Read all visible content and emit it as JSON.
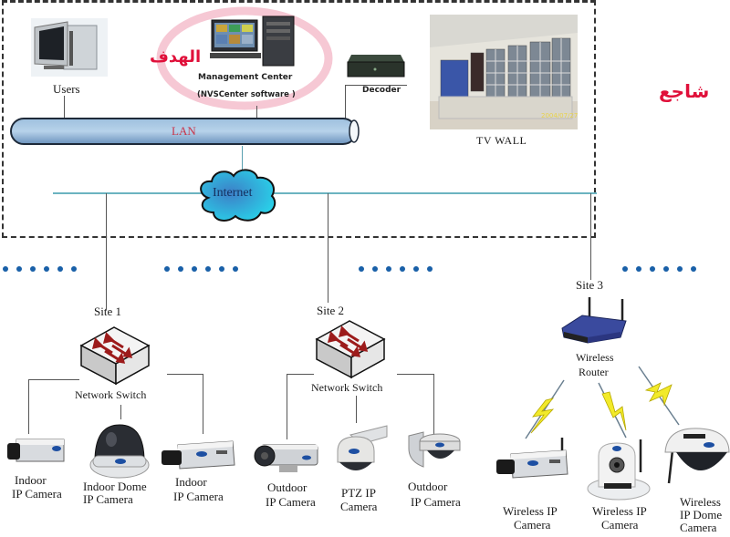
{
  "top_section": {
    "users_label": "Users",
    "management_center_label": "Management Center",
    "management_software_label": "(NVSCenter  software )",
    "decoder_label": "Decoder",
    "tv_wall_label": "TV WALL",
    "tv_wall_timestamp": "2004/07/27",
    "lan_label": "LAN",
    "internet_label": "Internet"
  },
  "annotations": {
    "target_arabic": "الهدف",
    "courage_arabic": "شاجع"
  },
  "sites": [
    {
      "label": "Site 1",
      "device_label": "Network Switch",
      "cameras": [
        {
          "line1": "Indoor",
          "line2": "IP Camera"
        },
        {
          "line1": "Indoor Dome",
          "line2": "IP Camera"
        },
        {
          "line1": "Indoor",
          "line2": "IP Camera"
        }
      ]
    },
    {
      "label": "Site 2",
      "device_label": "Network Switch",
      "cameras": [
        {
          "line1": "Outdoor",
          "line2": "IP Camera"
        },
        {
          "line1": "PTZ IP",
          "line2": "Camera"
        },
        {
          "line1": "Outdoor",
          "line2": "IP Camera"
        }
      ]
    },
    {
      "label": "Site 3",
      "device_label_line1": "Wireless",
      "device_label_line2": "Router",
      "cameras": [
        {
          "line1": "Wireless IP",
          "line2": "Camera"
        },
        {
          "line1": "Wireless IP",
          "line2": "Camera"
        },
        {
          "line1": "Wireless",
          "line2": "IP  Dome",
          "line3": "Camera"
        }
      ]
    }
  ],
  "colors": {
    "arabic_text": "#e0103a",
    "lan_label": "#c8354a",
    "dots": "#1960a8",
    "internet_line": "#6bb3c0"
  }
}
